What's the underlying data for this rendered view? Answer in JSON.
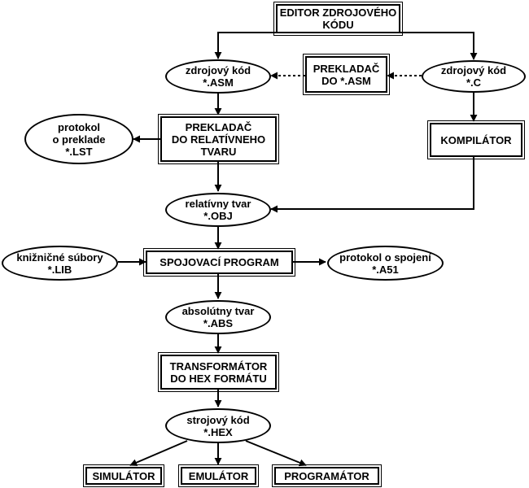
{
  "nodes": {
    "editor": "EDITOR ZDROJOVÉHO\nKÓDU",
    "src_asm": "zdrojový kód\n*.ASM",
    "preklad_asm": "PREKLADAČ\nDO *.ASM",
    "src_c": "zdrojový kód\n*.C",
    "protokol_prekl": "protokol\no preklade\n*.LST",
    "prekladac_rel": "PREKLADAČ\nDO RELATÍVNEHO\nTVARU",
    "kompilator": "KOMPILÁTOR",
    "rel_tvar": "relatívny tvar\n*.OBJ",
    "kniznicne": "knižničné súbory\n*.LIB",
    "spojovaci": "SPOJOVACÍ PROGRAM",
    "protokol_spoj": "protokol o spojení\n*.A51",
    "abs_tvar": "absolútny tvar\n*.ABS",
    "transformator": "TRANSFORMÁTOR\nDO HEX FORMÁTU",
    "strojovy": "strojový kód\n*.HEX",
    "simulator": "SIMULÁTOR",
    "emulator": "EMULÁTOR",
    "programator": "PROGRAMÁTOR"
  }
}
